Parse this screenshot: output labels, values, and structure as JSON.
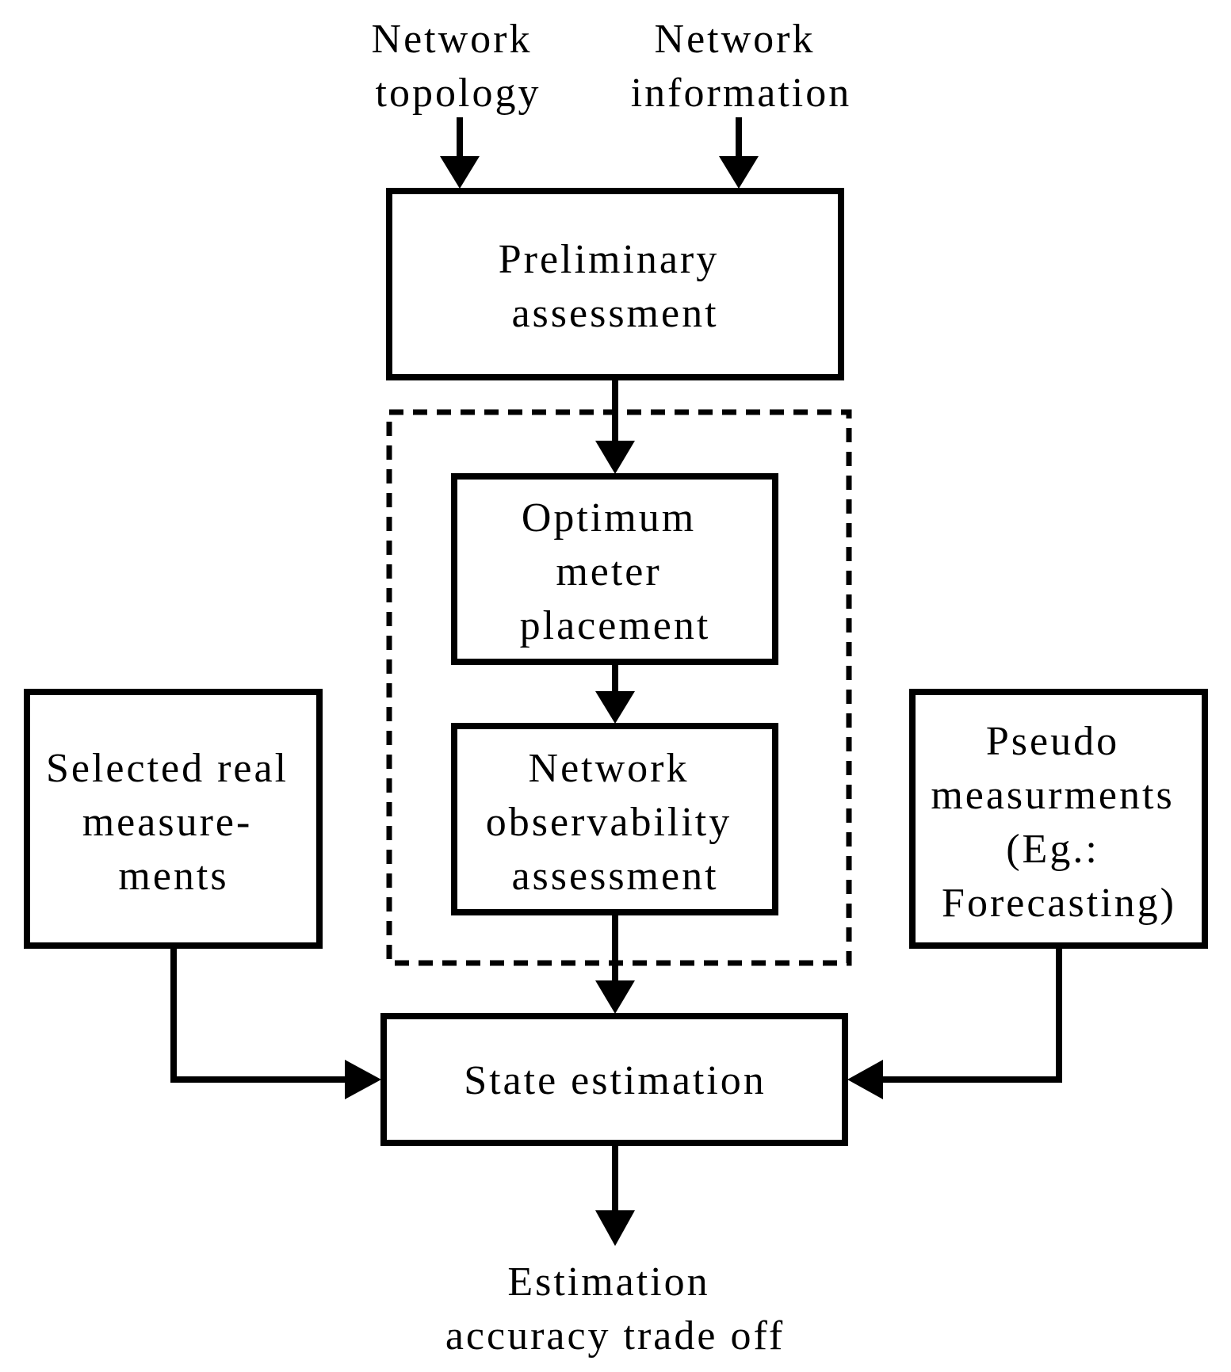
{
  "inputs": {
    "network_topology": [
      "Network",
      "topology"
    ],
    "network_information": [
      "Network",
      "information"
    ]
  },
  "boxes": {
    "preliminary": [
      "Preliminary",
      "assessment"
    ],
    "optimum": [
      "Optimum",
      "meter",
      "placement"
    ],
    "observability": [
      "Network",
      "observability",
      "assessment"
    ],
    "selected": [
      "Selected real",
      "measure-",
      "ments"
    ],
    "pseudo": [
      "Pseudo",
      "measurments",
      "(Eg.:",
      "Forecasting)"
    ],
    "state": [
      "State estimation"
    ]
  },
  "output": [
    "Estimation",
    "accuracy trade off"
  ]
}
